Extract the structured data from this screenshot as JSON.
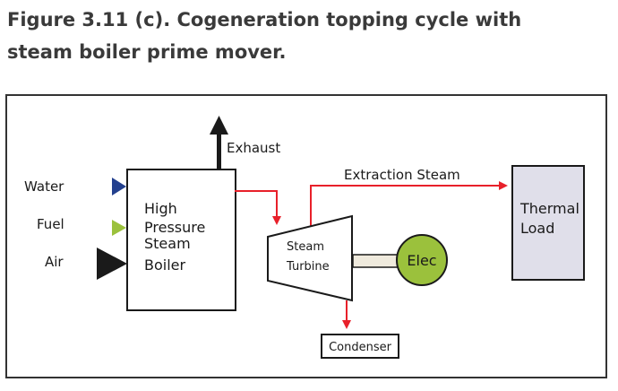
{
  "figure": {
    "title_line1": "Figure 3.11 (c). Cogeneration topping cycle with",
    "title_line2": "steam boiler prime mover."
  },
  "diagram": {
    "inputs": [
      {
        "label": "Water",
        "color": "#23408e"
      },
      {
        "label": "Fuel",
        "color": "#9bc13c"
      },
      {
        "label": "Air",
        "color": "#1a1a1a"
      }
    ],
    "boiler": {
      "lines": [
        "High",
        "Pressure",
        "Steam",
        "Boiler"
      ]
    },
    "exhaust": {
      "label": "Exhaust"
    },
    "extraction": {
      "label": "Extraction Steam"
    },
    "turbine": {
      "lines": [
        "Steam",
        "Turbine"
      ]
    },
    "generator": {
      "label": "Elec",
      "color": "#9bc13c"
    },
    "thermal_load": {
      "lines": [
        "Thermal",
        "Load"
      ],
      "color": "#e0dfea"
    },
    "condenser": {
      "label": "Condenser"
    },
    "flow_color": "#e8202a"
  }
}
